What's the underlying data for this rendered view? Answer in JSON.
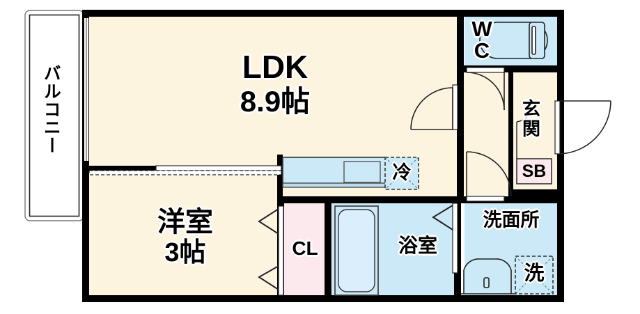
{
  "plan": {
    "title": "apartment-floor-plan",
    "colors": {
      "wall": "#000000",
      "room_cream": "#fdf4e0",
      "room_blue": "#cce9f7",
      "room_pink": "#fbe9ee",
      "outline": "#1a1a1a",
      "fixture_line": "#222222",
      "balcony_bg": "#ffffff"
    },
    "rooms": [
      {
        "key": "balcony",
        "name": "バルコニー",
        "area": "",
        "color": "#ffffff"
      },
      {
        "key": "ldk",
        "name": "LDK",
        "area": "8.9帖",
        "color": "#fdf4e0"
      },
      {
        "key": "washitsu",
        "name": "洋室",
        "area": "3帖",
        "color": "#fdf4e0"
      },
      {
        "key": "closet",
        "name": "CL",
        "area": "",
        "color": "#fbe9ee"
      },
      {
        "key": "bath",
        "name": "浴室",
        "area": "",
        "color": "#cce9f7"
      },
      {
        "key": "vanity",
        "name": "洗面所",
        "area": "",
        "color": "#cce9f7"
      },
      {
        "key": "wc",
        "name": "WC",
        "area": "",
        "color": "#cce9f7"
      },
      {
        "key": "genkan",
        "name": "玄関",
        "area": "",
        "color": "#fdf4e0"
      }
    ],
    "fixtures": [
      {
        "key": "fridge",
        "label": "冷",
        "style": "dashed-box"
      },
      {
        "key": "washer",
        "label": "洗",
        "style": "dashed-box"
      },
      {
        "key": "shoe-box",
        "label": "SB",
        "style": "pink-box"
      },
      {
        "key": "kitchen-sink",
        "label": "",
        "style": "counter"
      },
      {
        "key": "bathtub",
        "label": "",
        "style": "tub"
      },
      {
        "key": "toilet",
        "label": "",
        "style": "toilet"
      },
      {
        "key": "vanity-sink",
        "label": "",
        "style": "sink"
      }
    ],
    "labels": {
      "balcony": "バルコニー",
      "ldk_name": "LDK",
      "ldk_area": "8.9帖",
      "washitsu_name": "洋室",
      "washitsu_area": "3帖",
      "closet": "CL",
      "bath": "浴室",
      "vanity": "洗面所",
      "wc_line1": "W",
      "wc_line2": "C",
      "genkan": "玄関",
      "shoe_box": "SB",
      "fridge": "冷",
      "washer": "洗"
    }
  }
}
